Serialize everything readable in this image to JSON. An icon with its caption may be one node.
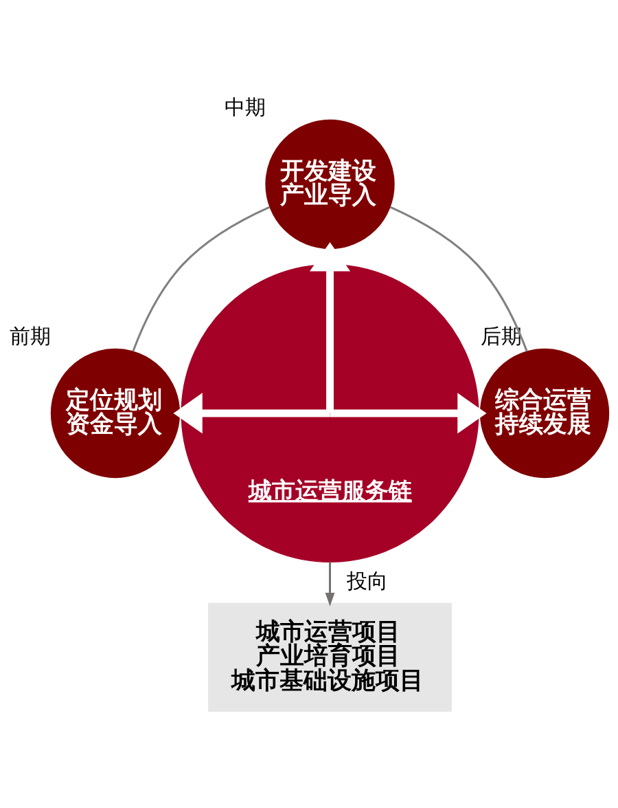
{
  "diagram": {
    "nodes": [
      {
        "text": [
          "城市运营服务链"
        ]
      },
      {
        "text": [
          "开发建设",
          "产业导入"
        ],
        "beside": [
          "中期"
        ]
      },
      {
        "text": [
          "定位规划",
          "资金导入"
        ],
        "beside": [
          "前期"
        ]
      },
      {
        "text": [
          "综合运营",
          "持续发展"
        ],
        "beside": [
          "后期"
        ]
      },
      {
        "text": [
          "城市运营项目",
          "产业培育项目",
          "城市基础设施项目"
        ]
      }
    ],
    "edges": [
      {
        "from": 1,
        "to": 2,
        "arrow": "none",
        "color": "#808080"
      },
      {
        "from": 1,
        "to": 3,
        "arrow": "none",
        "color": "#808080"
      },
      {
        "from": 0,
        "to": 1,
        "arrow": "to",
        "style": "thick",
        "color": "#ffffff"
      },
      {
        "from": 0,
        "to": 2,
        "arrow": "to",
        "style": "thick",
        "color": "#ffffff"
      },
      {
        "from": 0,
        "to": 3,
        "arrow": "to",
        "style": "thick",
        "color": "#ffffff"
      },
      {
        "from": 0,
        "to": 4,
        "arrow": "to",
        "label": "投向",
        "color": "#767171"
      }
    ]
  }
}
